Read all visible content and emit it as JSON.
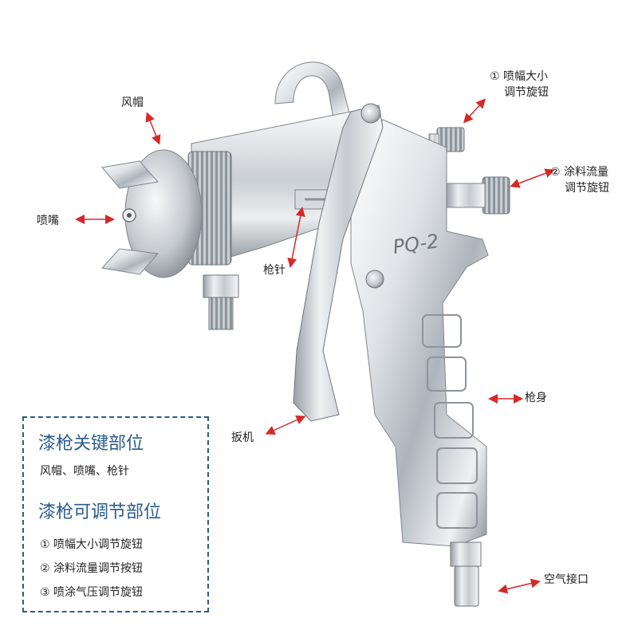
{
  "product": {
    "model_text": "PQ-2"
  },
  "callouts": {
    "air_cap": "风帽",
    "nozzle": "喷嘴",
    "needle": "枪针",
    "trigger": "扳机",
    "body": "枪身",
    "air_inlet": "空气接口",
    "fan_knob_line1": "① 喷幅大小",
    "fan_knob_line2": "调节旋钮",
    "fluid_knob_line1": "② 涂料流量",
    "fluid_knob_line2": "调节旋钮"
  },
  "infobox": {
    "key_parts_title": "漆枪关键部位",
    "key_parts_text": "风帽、喷嘴、枪针",
    "adjustable_title": "漆枪可调节部位",
    "items": [
      "① 喷幅大小调节旋钮",
      "② 涂料流量调节按钮",
      "③ 喷涂气压调节旋钮"
    ]
  },
  "colors": {
    "arrow": "#d62828",
    "box_border": "#2d5d86",
    "heading": "#2b5b8c",
    "metal_light": "#f1f3f5",
    "metal_dark": "#8b9098"
  }
}
